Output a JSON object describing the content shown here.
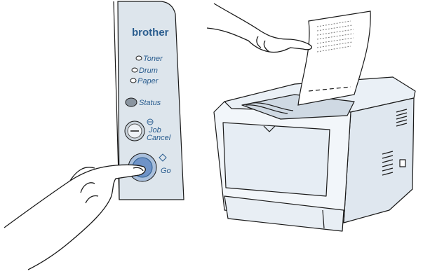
{
  "panel": {
    "brand": "brother",
    "indicators": [
      {
        "label": "Toner"
      },
      {
        "label": "Drum"
      },
      {
        "label": "Paper"
      }
    ],
    "status_label": "Status",
    "job_cancel_label_line1": "Job",
    "job_cancel_label_line2": "Cancel",
    "go_label": "Go"
  },
  "colors": {
    "panel_fill": "#dde5ec",
    "accent_blue": "#2a5d8f",
    "go_button": "#6f93c8",
    "printer_body": "#eaf0f6",
    "outline": "#1a1a1a"
  },
  "icons": [
    "cancel-icon",
    "go-diamond-icon",
    "minus-icon"
  ]
}
